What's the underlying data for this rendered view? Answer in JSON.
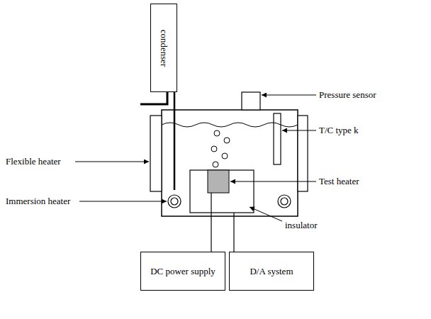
{
  "diagram": {
    "nodes": [
      {
        "text": [
          "condenser"
        ]
      },
      {
        "text": [
          "DC power supply"
        ]
      },
      {
        "text": [
          "D/A system"
        ]
      }
    ],
    "labels": [
      "Pressure sensor",
      "T/C type k",
      "Flexible heater",
      "Test heater",
      "Immersion heater",
      "insulator"
    ]
  }
}
